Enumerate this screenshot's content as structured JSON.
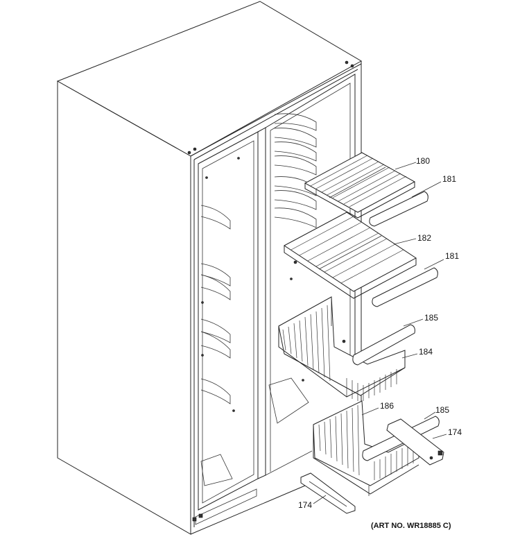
{
  "diagram": {
    "art_number": "(ART NO. WR18885 C)",
    "callouts": {
      "c180": "180",
      "c181a": "181",
      "c182": "182",
      "c181b": "181",
      "c185a": "185",
      "c184": "184",
      "c186": "186",
      "c185b": "185",
      "c174a": "174",
      "c174b": "174"
    }
  }
}
